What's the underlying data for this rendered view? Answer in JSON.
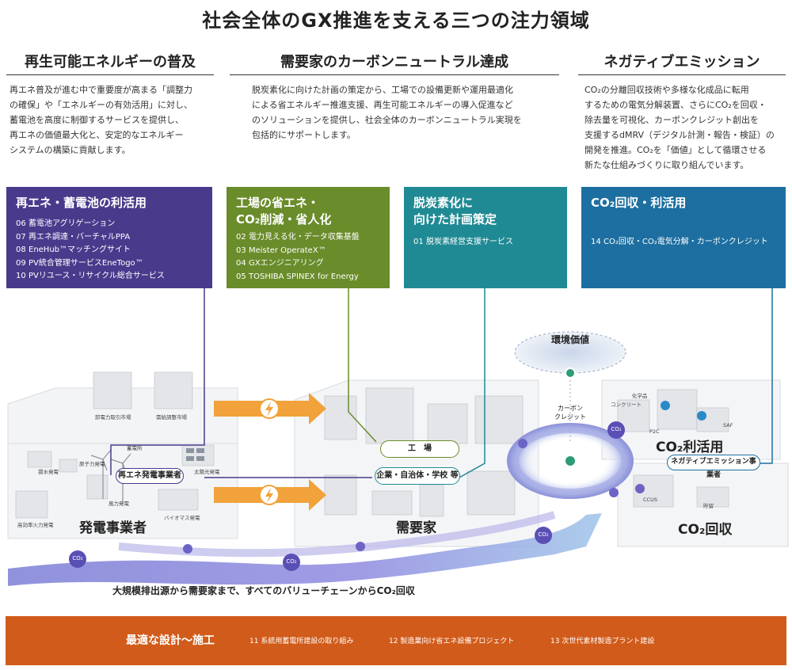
{
  "title": "社会全体のGX推進を支える三つの注力領域",
  "columns": [
    {
      "heading": "再生可能エネルギーの普及",
      "text": [
        "再エネ普及が進む中で重要度が高まる「調整力",
        "の確保」や「エネルギーの有効活用」に対し、",
        "蓄電池を高度に制御するサービスを提供し、",
        "再エネの価値最大化と、安定的なエネルギー",
        "システムの構築に貢献します。"
      ]
    },
    {
      "heading": "需要家のカーボンニュートラル達成",
      "text": [
        "脱炭素化に向けた計画の策定から、工場での設備更新や運用最適化",
        "による省エネルギー推進支援、再生可能エネルギーの導入促進など",
        "のソリューションを提供し、社会全体のカーボンニュートラル実現を",
        "包括的にサポートします。"
      ]
    },
    {
      "heading": "ネガティブエミッション",
      "text": [
        "CO₂の分離回収技術や多様な化成品に転用",
        "するための電気分解装置、さらにCO₂を回収・",
        "除去量を可視化、カーボンクレジット創出を",
        "支援するdMRV（デジタル計測・報告・検証）の",
        "開発を推進。CO₂を「価値」として循環させる",
        "新たな仕組みづくりに取り組んでいます。"
      ]
    }
  ],
  "boxes": [
    {
      "heading": [
        "再エネ・蓄電池の利活用"
      ],
      "color": "#4a3a8c",
      "items": [
        [
          "06",
          "蓄電池アグリゲーション"
        ],
        [
          "07",
          "再エネ調達・バーチャルPPA"
        ],
        [
          "08",
          "EneHub™マッチングサイト"
        ],
        [
          "09",
          "PV統合管理サービスEneTogo™"
        ],
        [
          "10",
          "PVリユース・リサイクル総合サービス"
        ]
      ]
    },
    {
      "heading": [
        "工場の省エネ・",
        "CO₂削減・省人化"
      ],
      "color": "#6a8c2a",
      "items": [
        [
          "02",
          "電力見える化・データ収集基盤"
        ],
        [
          "03",
          "Meister OperateX™"
        ],
        [
          "04",
          "GXエンジニアリング"
        ],
        [
          "05",
          "TOSHIBA SPINEX for Energy"
        ]
      ]
    },
    {
      "heading": [
        "脱炭素化に",
        "向けた計画策定"
      ],
      "color": "#1f8a94",
      "items": [
        [
          "01",
          "脱炭素経営支援サービス"
        ]
      ]
    },
    {
      "heading": [
        "CO₂回収・利活用"
      ],
      "color": "#1c6fa0",
      "items": [
        [
          "14",
          "CO₂回収・CO₂電気分解・カーボンクレジット"
        ]
      ]
    }
  ],
  "diagram": {
    "env_value": "環境価値",
    "carbon_credit": [
      "カーボン",
      "クレジット"
    ],
    "pills": {
      "factory": "工　場",
      "companies": "企業・自治体・学校 等",
      "renewable_operator": "再エネ発電事業者",
      "negative_emission_operator": "ネガティブエミッション事業者"
    },
    "zones": {
      "power": "発電事業者",
      "demand": "需要家",
      "co2_use": "CO₂利活用",
      "co2_capture": "CO₂回収"
    },
    "labels": [
      "卸電力取引市場",
      "需給調整市場",
      "蓄電所",
      "揚水発電",
      "太陽光発電",
      "原子力発電",
      "風力発電",
      "バイオマス発電",
      "高効率火力発電",
      "コンクリート",
      "化学品",
      "P2C",
      "SAF",
      "CCUS",
      "貯留"
    ],
    "co2_tag": "CO₂",
    "caption": "大規模排出源から需要家まで、すべてのバリューチェーンからCO₂回収"
  },
  "bottom": {
    "heading": "最適な設計〜施工",
    "items": [
      "11 系統用蓄電所建設の取り組み",
      "12 製造業向け省エネ設備プロジェクト",
      "13 次世代素材製造プラント建設"
    ]
  }
}
